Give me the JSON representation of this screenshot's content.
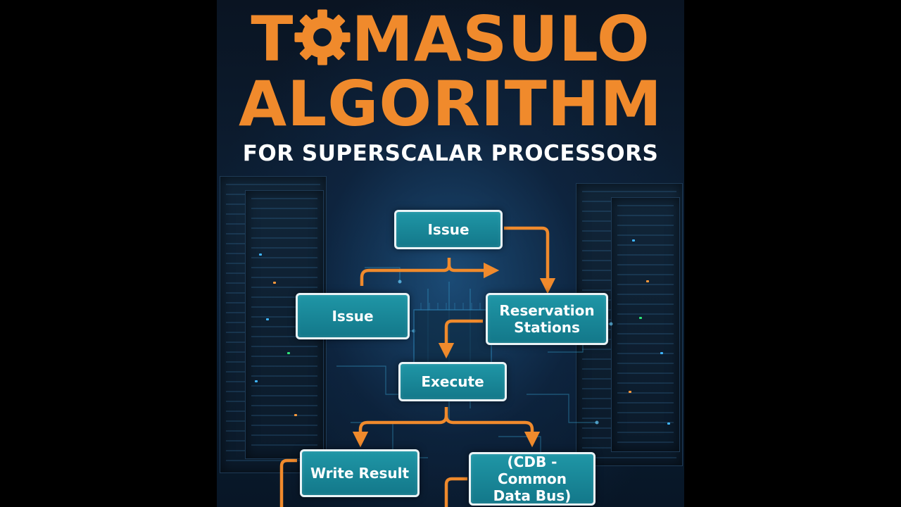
{
  "header": {
    "title_part1_before_gear": "T",
    "title_part1_after_gear": "MASULO",
    "title_line2": "ALGORITHM",
    "subtitle": "FOR SUPERSCALAR PROCESSORS"
  },
  "diagram": {
    "nodes": {
      "issue_top": "Issue",
      "issue_left": "Issue",
      "reservation_stations": "Reservation\nStations",
      "execute": "Execute",
      "write_result": "Write Result",
      "cdb": "(CDB - Common\nData Bus)"
    }
  },
  "colors": {
    "title_orange": "#f08a2c",
    "arrow_orange": "#f08a2c",
    "box_teal": "#1a8a9c",
    "box_border": "#e9f3f6",
    "background": "#0b1d31"
  },
  "icons": {
    "title_gear": "gear-icon"
  }
}
